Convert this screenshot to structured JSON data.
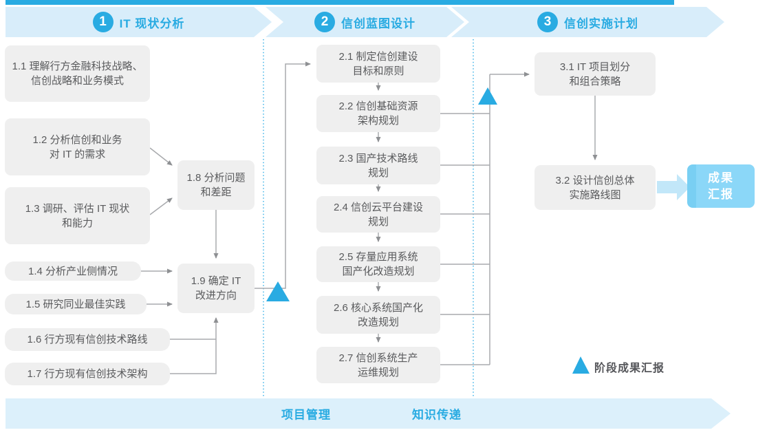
{
  "colors": {
    "accent_blue": "#29ABE2",
    "banner_bg": "#D8EDFA",
    "step_box_bg": "#EFEFEF",
    "step_text": "#595A5C",
    "connector_gray": "#A8AAAD",
    "result_box_bg": "#8BD7F8",
    "result_arrow": "#C2E7F9"
  },
  "phases": [
    {
      "number": "1",
      "title": "IT 现状分析"
    },
    {
      "number": "2",
      "title": "信创蓝图设计"
    },
    {
      "number": "3",
      "title": "信创实施计划"
    }
  ],
  "phase1": {
    "steps": [
      {
        "label": "1.1 理解行方金融科技战略、\n信创战略和业务模式"
      },
      {
        "label": "1.2 分析信创和业务\n对 IT 的需求"
      },
      {
        "label": "1.3 调研、评估 IT 现状\n和能力"
      },
      {
        "label": "1.4 分析产业侧情况"
      },
      {
        "label": "1.5 研究同业最佳实践"
      },
      {
        "label": "1.6 行方现有信创技术路线"
      },
      {
        "label": "1.7 行方现有信创技术架构"
      },
      {
        "label": "1.8 分析问题\n和差距"
      },
      {
        "label": "1.9 确定 IT\n改进方向"
      }
    ]
  },
  "phase2": {
    "steps": [
      {
        "label": "2.1 制定信创建设\n目标和原则"
      },
      {
        "label": "2.2 信创基础资源\n架构规划"
      },
      {
        "label": "2.3 国产技术路线\n规划"
      },
      {
        "label": "2.4 信创云平台建设\n规划"
      },
      {
        "label": "2.5 存量应用系统\n国产化改造规划"
      },
      {
        "label": "2.6 核心系统国产化\n改造规划"
      },
      {
        "label": "2.7 信创系统生产\n运维规划"
      }
    ]
  },
  "phase3": {
    "steps": [
      {
        "label": "3.1 IT 项目划分\n和组合策略"
      },
      {
        "label": "3.2 设计信创总体\n实施路线图"
      }
    ]
  },
  "result": {
    "label": "成果\n汇报"
  },
  "legend": {
    "label": "阶段成果汇报"
  },
  "footer": {
    "items": [
      {
        "label": "项目管理"
      },
      {
        "label": "知识传递"
      }
    ]
  }
}
